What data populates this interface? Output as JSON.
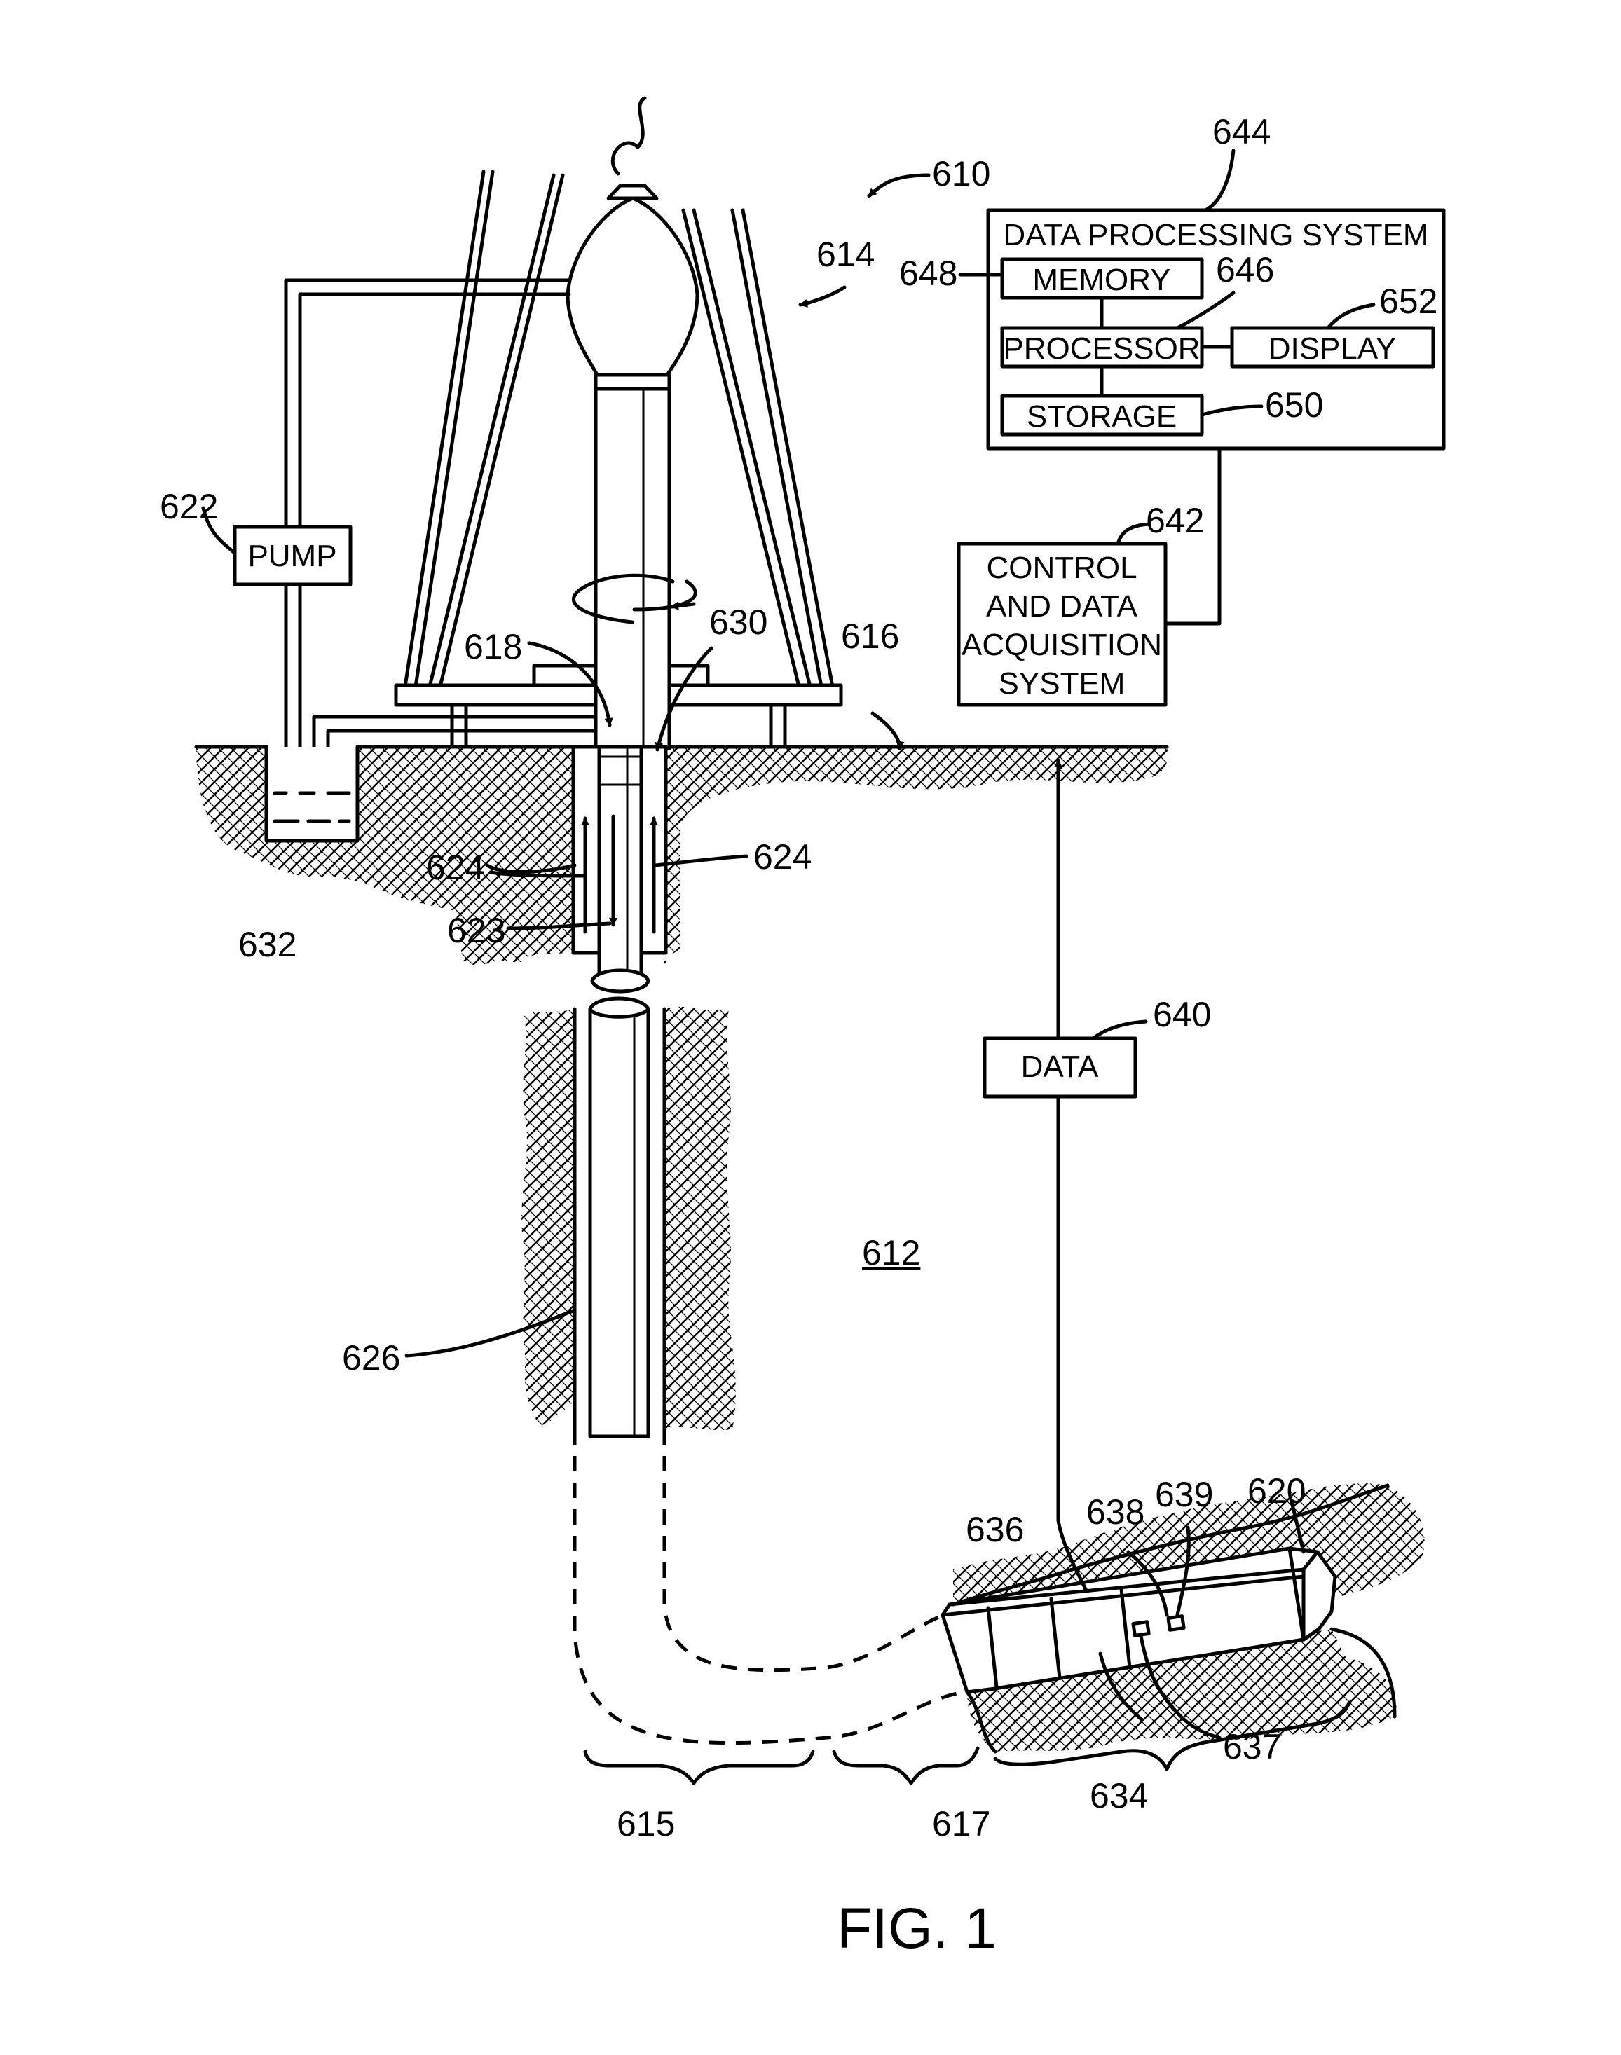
{
  "figure": {
    "caption": "FIG. 1"
  },
  "boxes": {
    "data_processing_system": "DATA PROCESSING SYSTEM",
    "memory": "MEMORY",
    "processor": "PROCESSOR",
    "display": "DISPLAY",
    "storage": "STORAGE",
    "control_line1": "CONTROL",
    "control_line2": "AND DATA",
    "control_line3": "ACQUISITION",
    "control_line4": "SYSTEM",
    "pump": "PUMP",
    "data": "DATA"
  },
  "refs": {
    "r610": "610",
    "r612": "612",
    "r614": "614",
    "r615": "615",
    "r616": "616",
    "r617": "617",
    "r618": "618",
    "r620": "620",
    "r622": "622",
    "r623": "623",
    "r624a": "624",
    "r624b": "624",
    "r626": "626",
    "r630": "630",
    "r632": "632",
    "r634": "634",
    "r636": "636",
    "r637": "637",
    "r638": "638",
    "r639": "639",
    "r640": "640",
    "r642": "642",
    "r644": "644",
    "r646": "646",
    "r648": "648",
    "r650": "650",
    "r652": "652"
  },
  "colors": {
    "line": "#000000",
    "background": "#ffffff"
  }
}
